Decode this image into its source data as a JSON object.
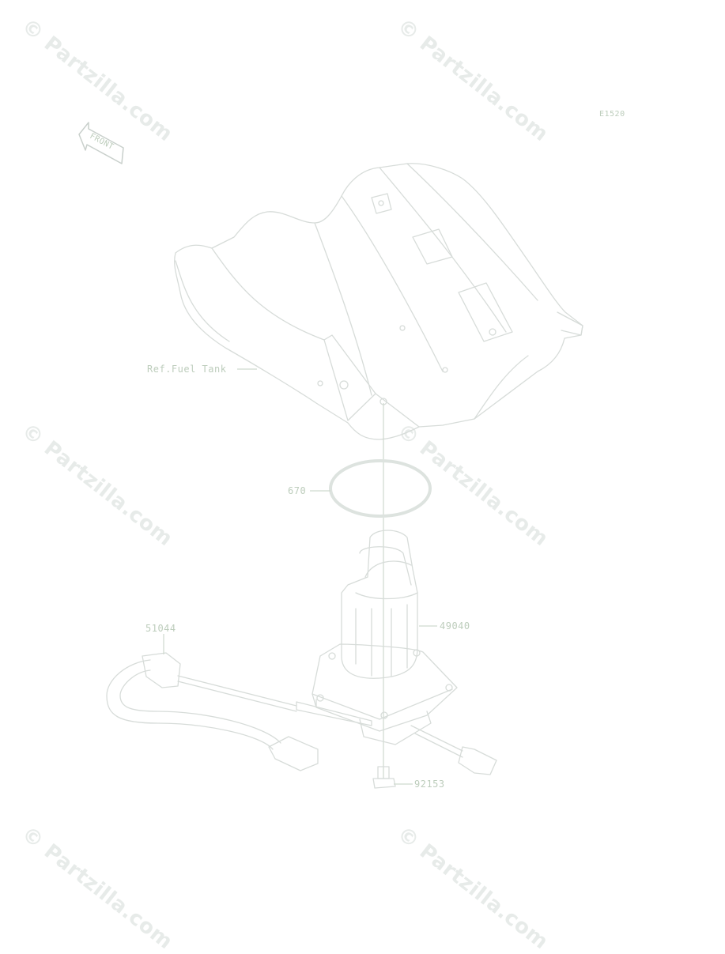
{
  "diagram_code": "E1520",
  "front_label": "FRONT",
  "watermark_text": "© Partzilla.com",
  "parts": {
    "fuel_tank": "Ref.Fuel Tank",
    "o_ring": "670",
    "fuel_pump": "49040",
    "harness": "51044",
    "bolt": "92153"
  },
  "colors": {
    "line": "#d7dcd9",
    "label": "#bdcdbc",
    "watermark": "#e7ebe9"
  }
}
